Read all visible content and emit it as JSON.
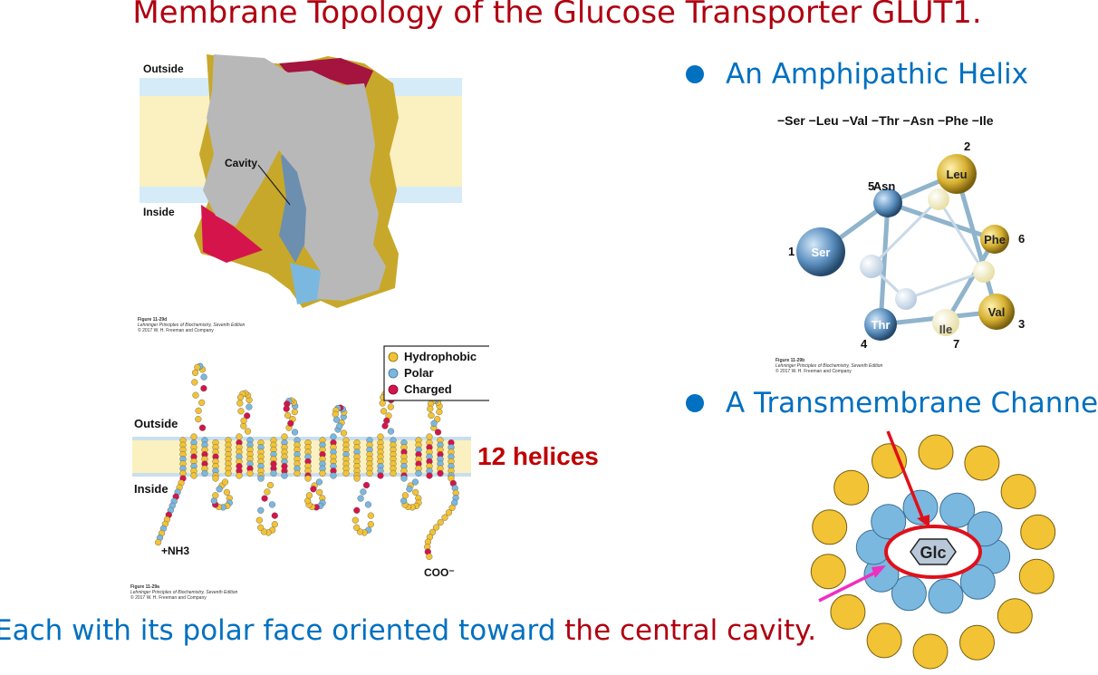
{
  "title": "Membrane Topology of the Glucose Transporter GLUT1.",
  "bullets": [
    {
      "text": "An Amphipathic Helix"
    },
    {
      "text": "A Transmembrane Channe"
    }
  ],
  "surface_fig": {
    "outside_label": "Outside",
    "inside_label": "Inside",
    "cavity_label": "Cavity",
    "credit": {
      "fig": "Figure 11-29d",
      "book": "Lehninger Principles of Biochemistry, Seventh Edition",
      "copyright": "© 2017 W. H. Freeman and Company"
    }
  },
  "topology_fig": {
    "outside_label": "Outside",
    "inside_label": "Inside",
    "nterm_label": "+NH3",
    "cterm_label": "COO⁻",
    "legend": [
      {
        "label": "Hydrophobic",
        "color": "#f2c335"
      },
      {
        "label": "Polar",
        "color": "#7ab8e0"
      },
      {
        "label": "Charged",
        "color": "#d4144b"
      }
    ],
    "credit": {
      "fig": "Figure 11-29a",
      "book": "Lehninger Principles of Biochemistry, Seventh Edition",
      "copyright": "© 2017 W. H. Freeman and Company"
    }
  },
  "helices_label": "12 helices",
  "helix_wheel": {
    "sequence": "−Ser −Leu −Val −Thr −Asn −Phe −Ile",
    "residues": [
      {
        "name": "Ser",
        "num": "1",
        "type": "polar"
      },
      {
        "name": "Leu",
        "num": "2",
        "type": "hydrophobic"
      },
      {
        "name": "Val",
        "num": "3",
        "type": "hydrophobic"
      },
      {
        "name": "Thr",
        "num": "4",
        "type": "polar"
      },
      {
        "name": "Asn",
        "num": "5",
        "type": "polar"
      },
      {
        "name": "Phe",
        "num": "6",
        "type": "hydrophobic"
      },
      {
        "name": "Ile",
        "num": "7",
        "type": "hydrophobic"
      }
    ],
    "credit": {
      "fig": "Figure 11-29b",
      "book": "Lehninger Principles of Biochemistry, Seventh Edition",
      "copyright": "© 2017 W. H. Freeman and Company"
    }
  },
  "channel": {
    "center_label": "Glc"
  },
  "caption": {
    "part1": "Each with its polar face oriented toward ",
    "part2": "the central cavity."
  },
  "colors": {
    "title": "#b00010",
    "blue": "#0070c0",
    "hydrophobic": "#f2c335",
    "polar": "#7ab8e0",
    "charged": "#d4144b",
    "membrane": "#fbf0c0"
  }
}
